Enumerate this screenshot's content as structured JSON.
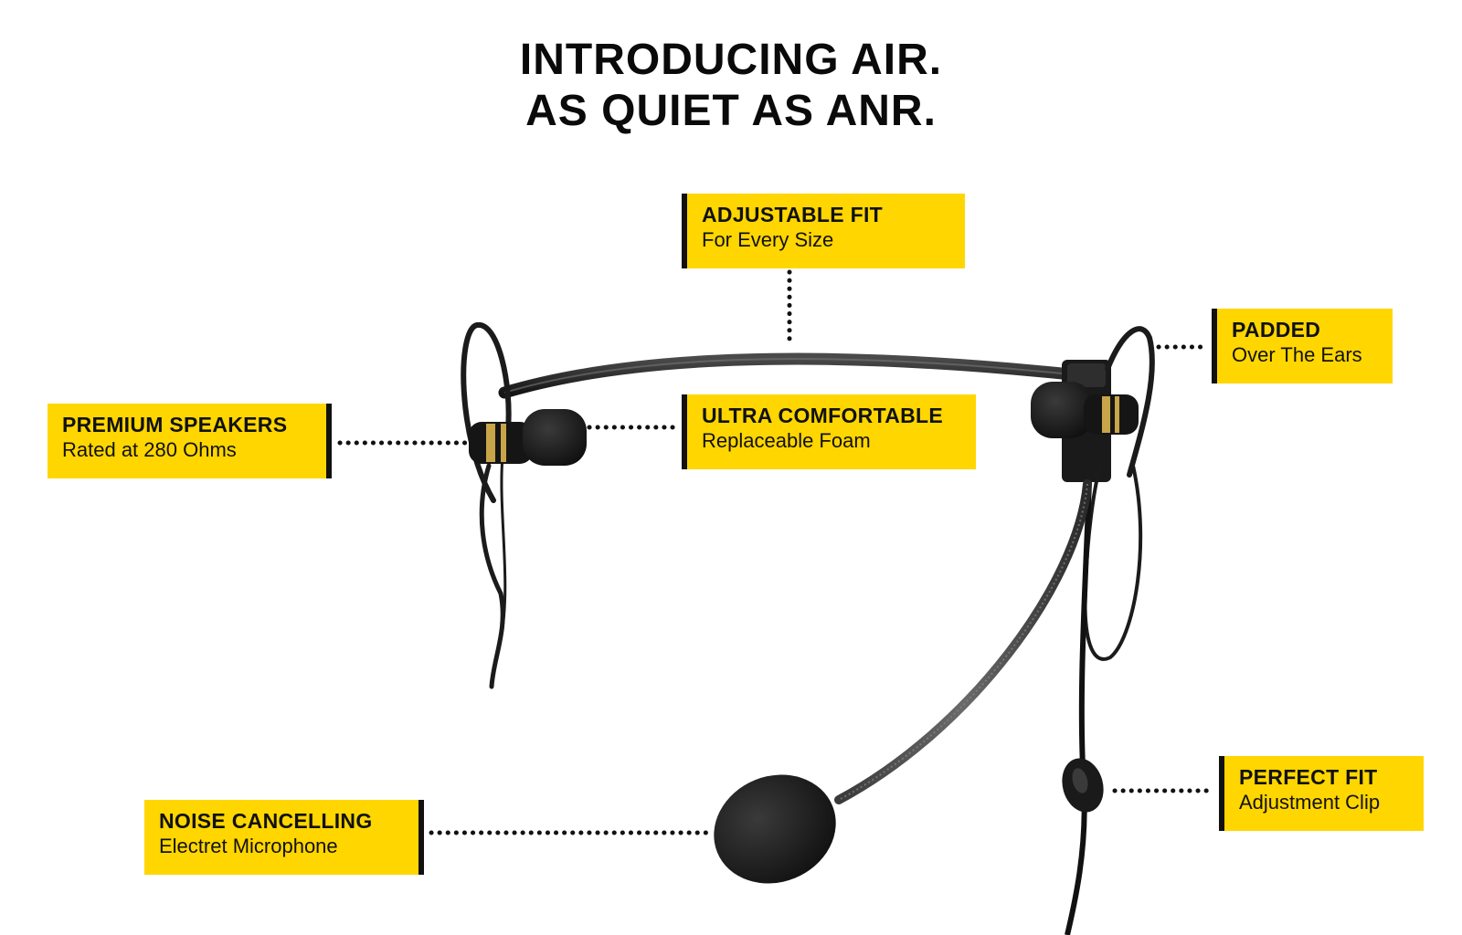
{
  "headline": {
    "line1": "INTRODUCING AIR.",
    "line2": "AS QUIET AS ANR."
  },
  "colors": {
    "accent": "#ffd600",
    "ink": "#111111",
    "cable": "#1b1b1b",
    "foam": "#1f1f1f",
    "gold": "#c9a54a"
  },
  "callouts": {
    "adjustable": {
      "title": "ADJUSTABLE FIT",
      "sub": "For Every Size"
    },
    "padded": {
      "title": "PADDED",
      "sub": "Over The Ears"
    },
    "speakers": {
      "title": "PREMIUM SPEAKERS",
      "sub": "Rated at 280 Ohms"
    },
    "comfort": {
      "title": "ULTRA COMFORTABLE",
      "sub": "Replaceable Foam"
    },
    "perfect": {
      "title": "PERFECT FIT",
      "sub": "Adjustment Clip"
    },
    "noise": {
      "title": "NOISE CANCELLING",
      "sub": "Electret Microphone"
    }
  }
}
